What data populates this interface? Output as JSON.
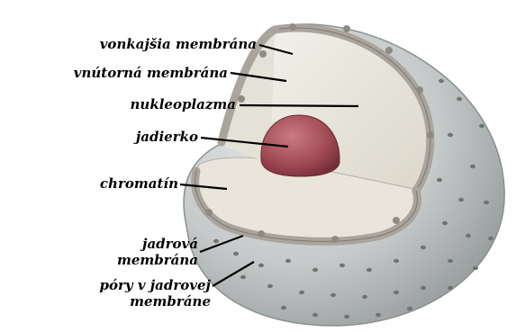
{
  "labels": {
    "outer_membrane": "vonkajšia membrána",
    "inner_membrane": "vnútorná membrána",
    "nucleoplasm": "nukleoplazma",
    "nucleolus": "jadierko",
    "chromatin": "chromatín",
    "nuclear_membrane_line1": "jadrová",
    "nuclear_membrane_line2": "membrána",
    "pores_line1": "póry v jadrovej",
    "pores_line2": "membráne"
  },
  "colors": {
    "sphere_shell": "#c9cdcd",
    "sphere_shadow": "#9ea3a4",
    "nucleoplasm": "#ece9df",
    "membrane_band": "#a9a49c",
    "membrane_edge": "#7d7a73",
    "nucleolus": "#a24b57",
    "pores": "#6f7372",
    "leader_lines": "#000000"
  }
}
